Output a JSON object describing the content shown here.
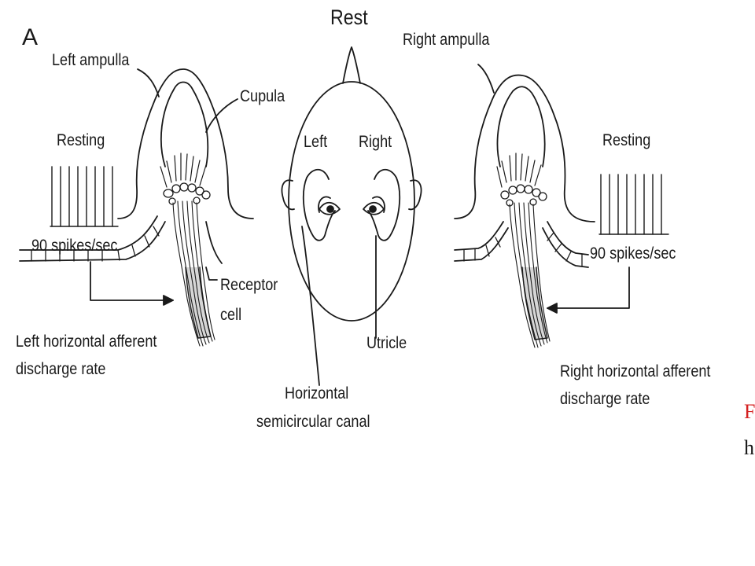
{
  "diagram": {
    "panel_letter": "A",
    "title": "Rest",
    "left": {
      "ampulla_label": "Left ampulla",
      "cupula_label": "Cupula",
      "resting_label": "Resting",
      "rate_label": "90 spikes/sec",
      "receptor_label_line1": "Receptor",
      "receptor_label_line2": "cell",
      "afferent_label_line1": "Left horizontal afferent",
      "afferent_label_line2": "discharge rate"
    },
    "head": {
      "left_label": "Left",
      "right_label": "Right",
      "utricle_label": "Utricle",
      "canal_label_line1": "Horizontal",
      "canal_label_line2": "semicircular canal"
    },
    "right": {
      "ampulla_label": "Right ampulla",
      "resting_label": "Resting",
      "rate_label": "90 spikes/sec",
      "afferent_label_line1": "Right horizontal afferent",
      "afferent_label_line2": "discharge rate"
    },
    "edge_fragments": {
      "red_letter": "F",
      "black_letter": "h"
    }
  },
  "colors": {
    "ink": "#1a1a1a",
    "accent_red": "#d42020",
    "background": "#ffffff"
  }
}
